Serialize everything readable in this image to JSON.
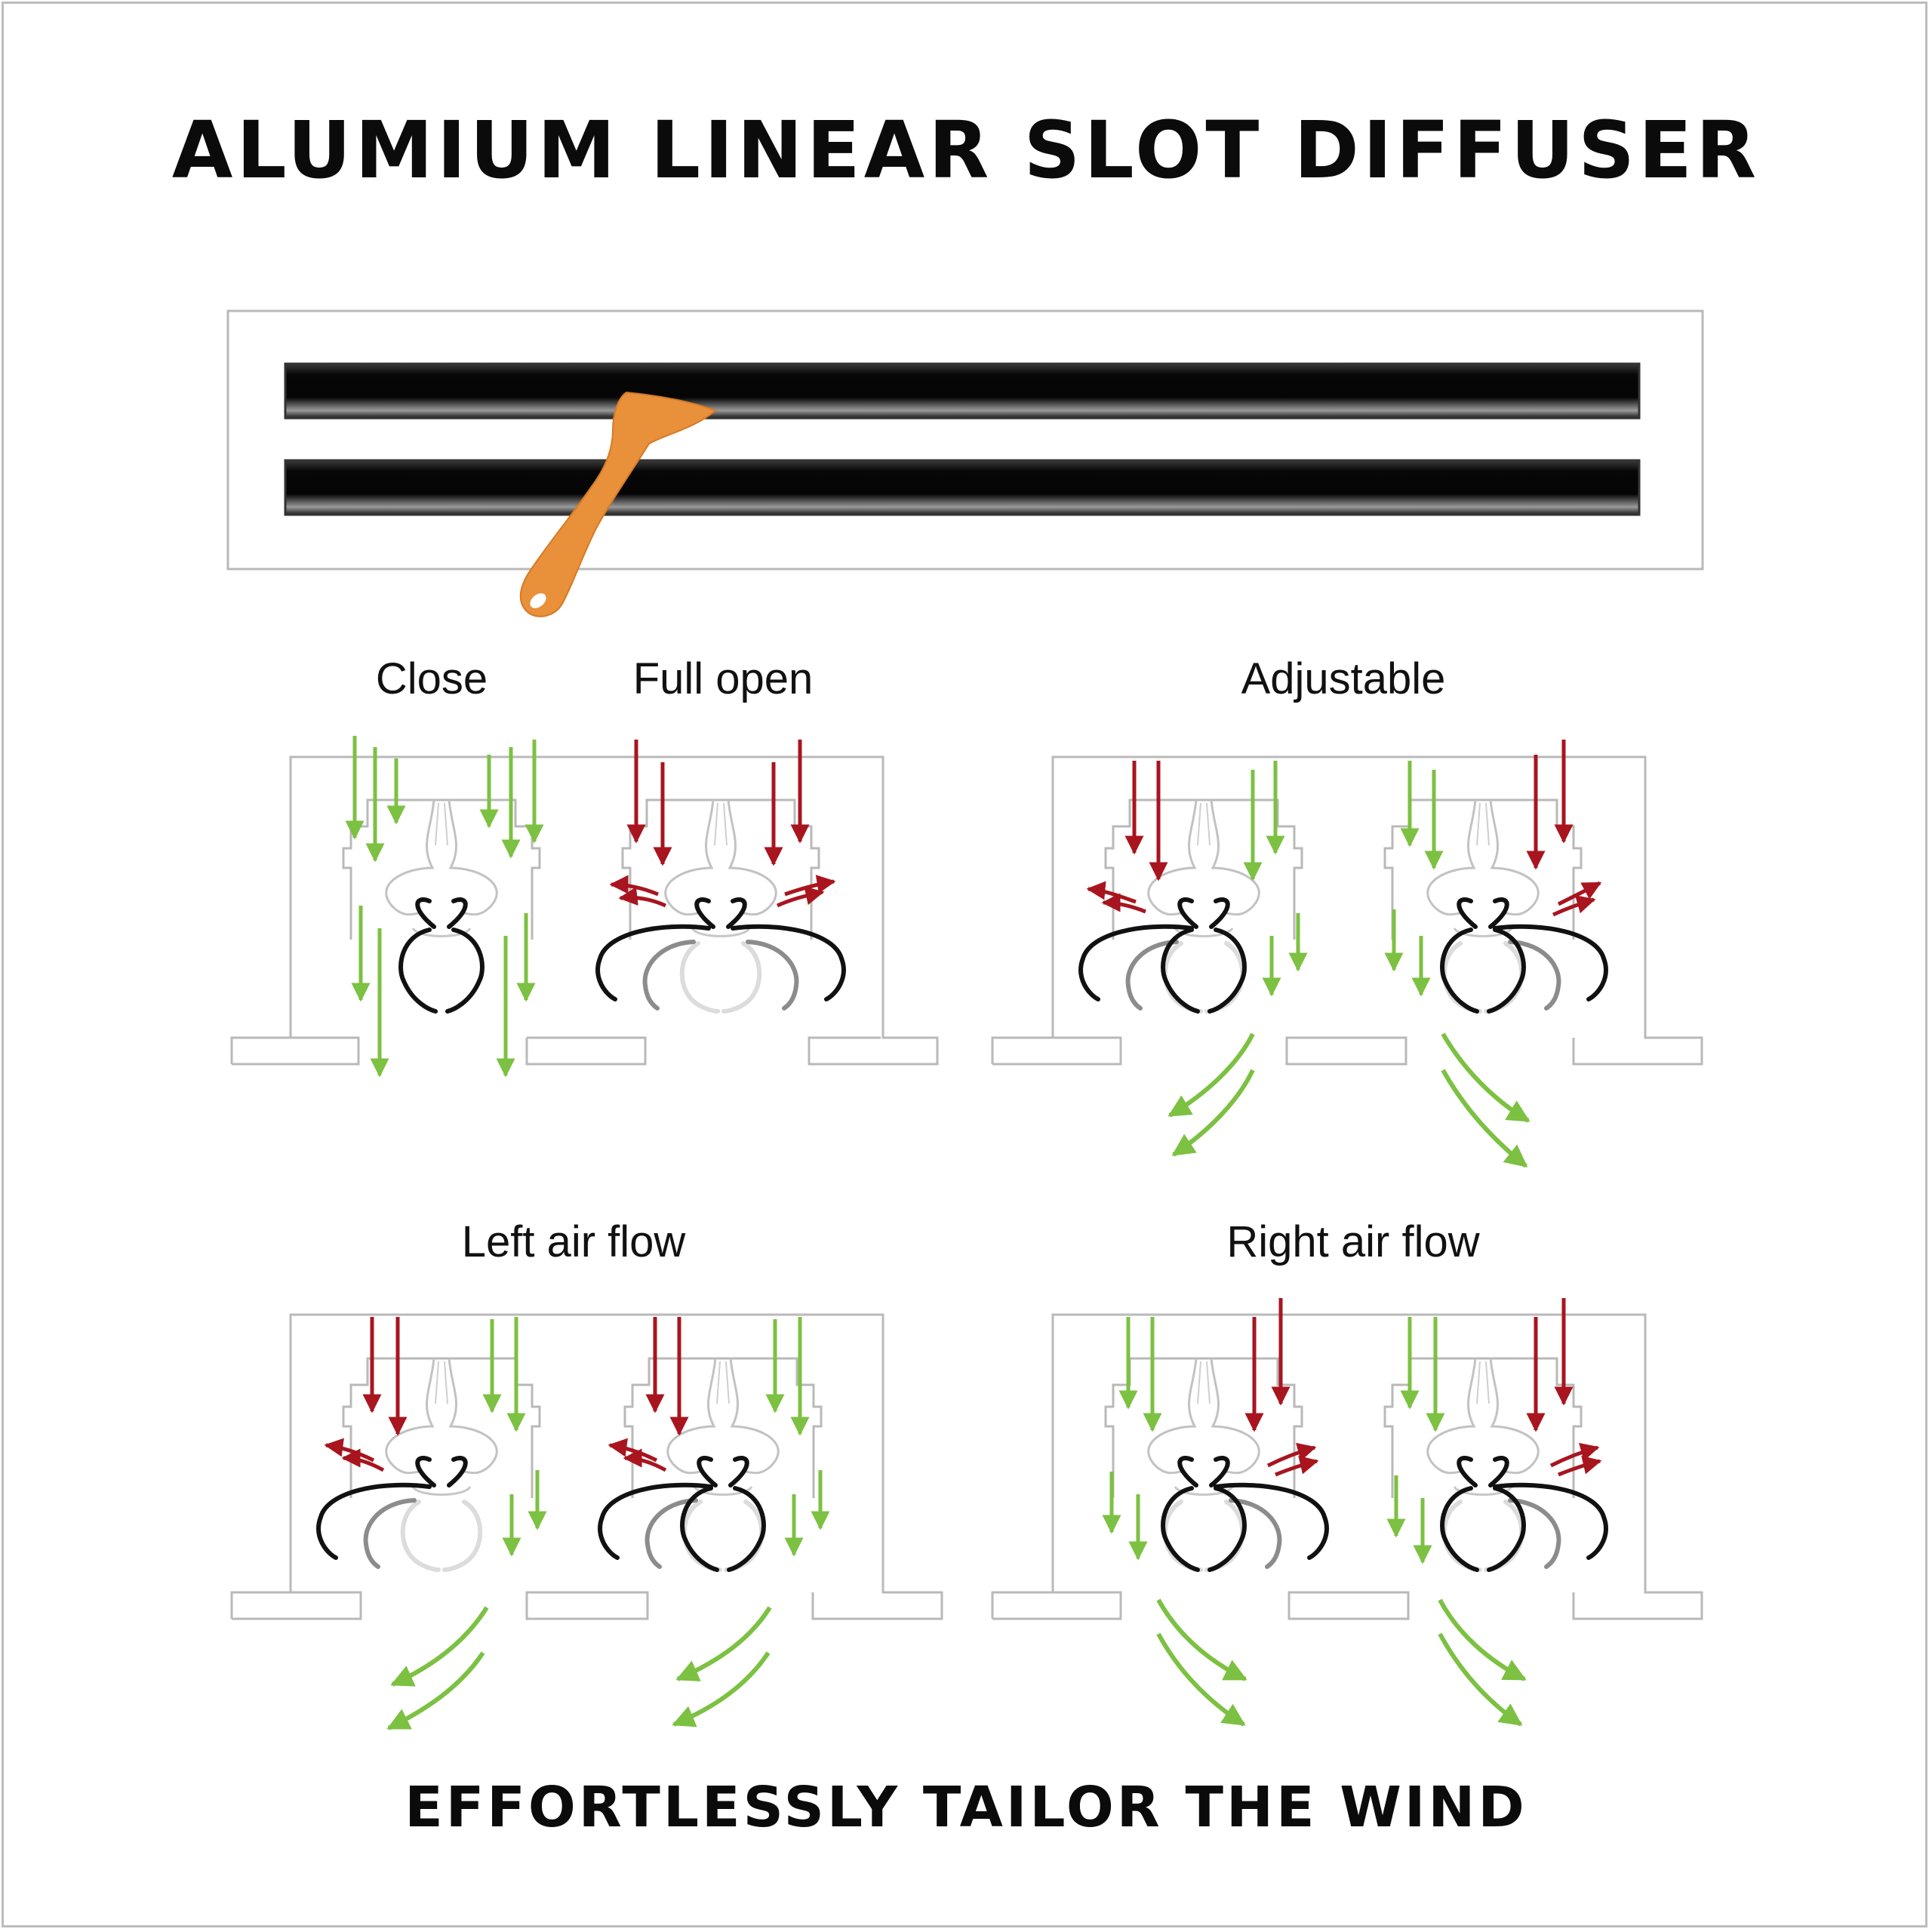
{
  "title": "ALUMIUM LINEAR SLOT DIFFUSER",
  "tagline": "EFFORTLESSLY TAILOR THE WIND",
  "panels": {
    "close": "Close",
    "full_open": "Full open",
    "adjustable": "Adjustable",
    "left_air_flow": "Left air flow",
    "right_air_flow": "Right air flow"
  },
  "colors": {
    "supply_air": "#7cc142",
    "return_air": "#a8151f",
    "key_tool": "#e8903a",
    "outline": "#b9b9b9",
    "blade_primary": "#111111",
    "blade_secondary": "#8c8c8c",
    "blade_tertiary": "#dcdcdc"
  },
  "icons": [
    "adjustment-key-icon"
  ]
}
